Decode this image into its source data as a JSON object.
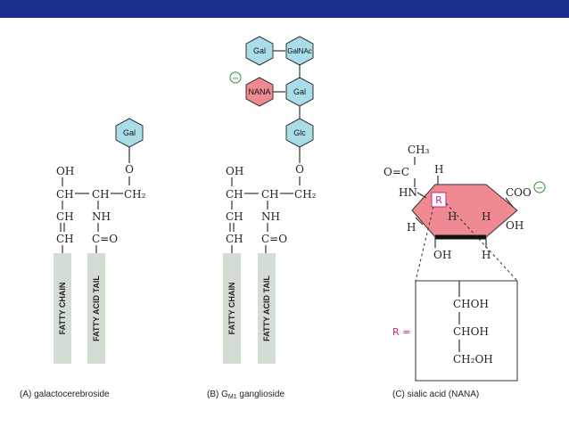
{
  "colors": {
    "top_bar": "#1d2f8c",
    "hexagon_blue": "#a9dde8",
    "hexagon_pink": "#f08a92",
    "tail_gray": "#d4ddd4",
    "r_label": "#d1277f"
  },
  "panel_a": {
    "caption": "(A) galactocerebroside",
    "sugar": "Gal",
    "atoms": {
      "o_link": "O",
      "oh": "OH",
      "ch1": "CH",
      "ch2": "CH",
      "ch2_end": "CH₂",
      "ch3": "CH",
      "ch4": "CH",
      "nh": "NH",
      "co": "C=O"
    },
    "tails": [
      "FATTY CHAIN",
      "FATTY ACID TAIL"
    ]
  },
  "panel_b": {
    "caption_prefix": "(B) G",
    "caption_sub": "M1",
    "caption_suffix": " ganglioside",
    "sugars": [
      "Gal",
      "GalNAc",
      "NANA",
      "Gal",
      "Glc"
    ],
    "charge": "−",
    "atoms": {
      "o_link": "O",
      "oh": "OH",
      "ch1": "CH",
      "ch2": "CH",
      "ch2_end": "CH₂",
      "ch3": "CH",
      "ch4": "CH",
      "nh": "NH",
      "co": "C=O"
    },
    "tails": [
      "FATTY CHAIN",
      "FATTY ACID TAIL"
    ]
  },
  "panel_c": {
    "caption": "(C) sialic acid (NANA)",
    "atoms": {
      "ch3": "CH₃",
      "co": "O=C",
      "h_top": "H",
      "hn": "HN",
      "r_box": "R",
      "coo": "COO",
      "charge": "−",
      "h_left": "H",
      "h_mid1": "H",
      "h_mid2": "H",
      "oh_right": "OH",
      "oh_bottom": "OH",
      "h_bottom": "H"
    },
    "r_label": "R =",
    "r_groups": [
      "CHOH",
      "CHOH",
      "CH₂OH"
    ]
  }
}
